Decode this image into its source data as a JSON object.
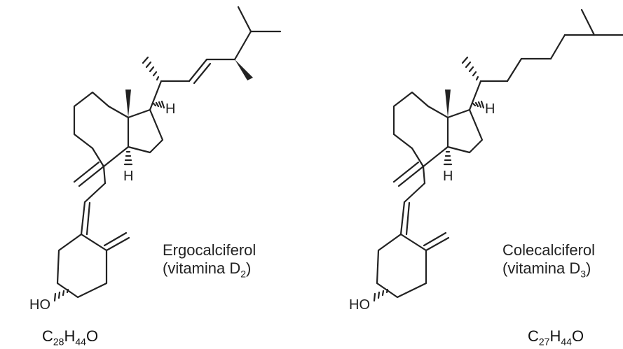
{
  "compounds": [
    {
      "name": "Ergocalciferol",
      "vitamin_prefix": "(vitamina D",
      "vitamin_sub": "2",
      "vitamin_suffix": ")",
      "formula": {
        "c": "C",
        "c_count": "28",
        "h": "H",
        "h_count": "44",
        "o": "O"
      },
      "labels": {
        "h_top": "H",
        "h_bottom": "H",
        "ho": "HO"
      }
    },
    {
      "name": "Colecalciferol",
      "vitamin_prefix": "(vitamina D",
      "vitamin_sub": "3",
      "vitamin_suffix": ")",
      "formula": {
        "c": "C",
        "c_count": "27",
        "h": "H",
        "h_count": "44",
        "o": "O"
      },
      "labels": {
        "h_top": "H",
        "h_bottom": "H",
        "ho": "HO"
      }
    }
  ]
}
